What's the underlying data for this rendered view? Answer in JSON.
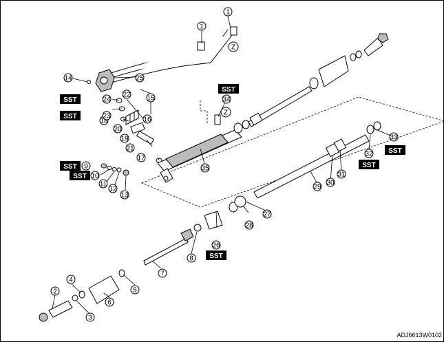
{
  "diagram": {
    "figure_code": "ADJ6613W0102",
    "callouts": [
      "1",
      "1",
      "2",
      "3",
      "4",
      "5",
      "6",
      "7",
      "8",
      "9",
      "10",
      "11",
      "12",
      "13",
      "14",
      "15",
      "16",
      "17",
      "18",
      "19",
      "20",
      "21",
      "22",
      "23",
      "24",
      "25",
      "26",
      "27",
      "28",
      "29",
      "30",
      "31",
      "32",
      "33",
      "34",
      "35"
    ],
    "z_markers": [
      "Z",
      "Z"
    ],
    "sst_label": "SST"
  }
}
